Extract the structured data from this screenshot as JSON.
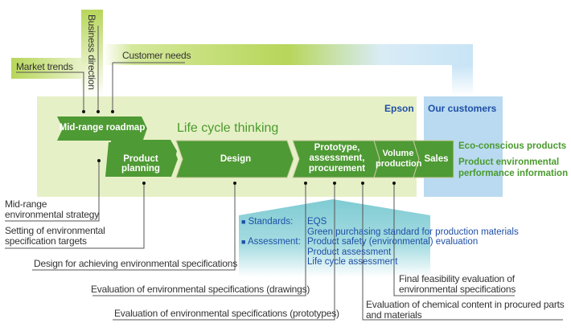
{
  "inputs": {
    "market_trends": "Market trends",
    "business_direction": "Business direction",
    "customer_needs": "Customer needs"
  },
  "regions": {
    "epson": "Epson",
    "our_customers": "Our customers",
    "life_cycle_thinking": "Life cycle thinking"
  },
  "stages": [
    {
      "id": "mid-range-roadmap",
      "label": "Mid-range roadmap"
    },
    {
      "id": "product-planning",
      "label": "Product planning"
    },
    {
      "id": "design",
      "label": "Design"
    },
    {
      "id": "prototype",
      "label_lines": [
        "Prototype,",
        "assessment,",
        "procurement"
      ]
    },
    {
      "id": "volume-production",
      "label_lines": [
        "Volume",
        "production"
      ]
    },
    {
      "id": "sales",
      "label": "Sales"
    }
  ],
  "outputs": {
    "eco_products": "Eco-conscious products",
    "perf_info_1": "Product environmental",
    "perf_info_2": "performance information"
  },
  "standards_box": {
    "standards_label": "Standards:",
    "assessment_label": "Assessment:",
    "standards": [
      "EQS",
      "Green purchasing standard for production materials"
    ],
    "assessments": [
      "Product safety (environmental) evaluation",
      "Product assessment",
      "Life cycle assessment"
    ]
  },
  "annotations": {
    "mid_range_strategy_1": "Mid-range",
    "mid_range_strategy_2": "environmental strategy",
    "setting_targets_1": "Setting of environmental",
    "setting_targets_2": "specification targets",
    "design_for": "Design for achieving environmental specifications",
    "eval_drawings": "Evaluation of environmental specifications (drawings)",
    "eval_prototypes": "Evaluation of environmental specifications (prototypes)",
    "final_feasibility_1": "Final feasibility evaluation of",
    "final_feasibility_2": "environmental specifications",
    "chemical_content_1": "Evaluation of chemical content in procured parts",
    "chemical_content_2": "and materials"
  },
  "colors": {
    "stage_green": "#4e9a34",
    "epson_bg": "#e6f0c6",
    "customers_bg": "#b9daf0",
    "text_blue": "#1f4fa6",
    "text_green": "#4a9a2e",
    "teal_box": "#8fd3da"
  }
}
